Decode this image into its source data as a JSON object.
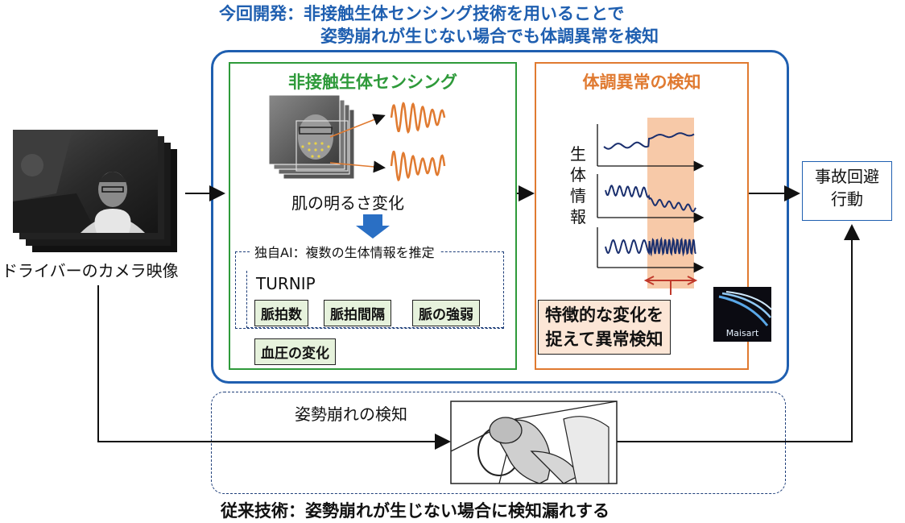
{
  "headline": {
    "line1": "今回開発：非接触生体センシング技術を用いることで",
    "line2": "姿勢崩れが生じない場合でも体調異常を検知"
  },
  "camera": {
    "caption": "ドライバーのカメラ映像"
  },
  "sensing": {
    "title": "非接触生体センシング",
    "skin_caption": "肌の明るさ変化",
    "ai_label": "独自AI：複数の生体情報を推定",
    "turnip_label": "TURNIP",
    "chips": [
      "脈拍数",
      "脈拍間隔",
      "脈の強弱",
      "血圧の変化"
    ],
    "colors": {
      "border": "#2e9a3a",
      "wave": "#e07a30"
    }
  },
  "detection": {
    "title": "体調異常の検知",
    "vital_label": [
      "生",
      "体",
      "情",
      "報"
    ],
    "feature_line1": "特徴的な変化を",
    "feature_line2": "捉えて異常検知",
    "logo_text": "Maisart",
    "colors": {
      "border": "#e07a30",
      "highlight": "#f7c9a8",
      "series": "#1a2f6e"
    }
  },
  "result": {
    "line1": "事故回避",
    "line2": "行動"
  },
  "posture": {
    "caption": "姿勢崩れの検知"
  },
  "footer": {
    "text": "従来技術：姿勢崩れが生じない場合に検知漏れする"
  },
  "colors": {
    "primary_blue": "#1f5fb0",
    "arrow": "#111111",
    "bracket_red": "#c0392b"
  }
}
